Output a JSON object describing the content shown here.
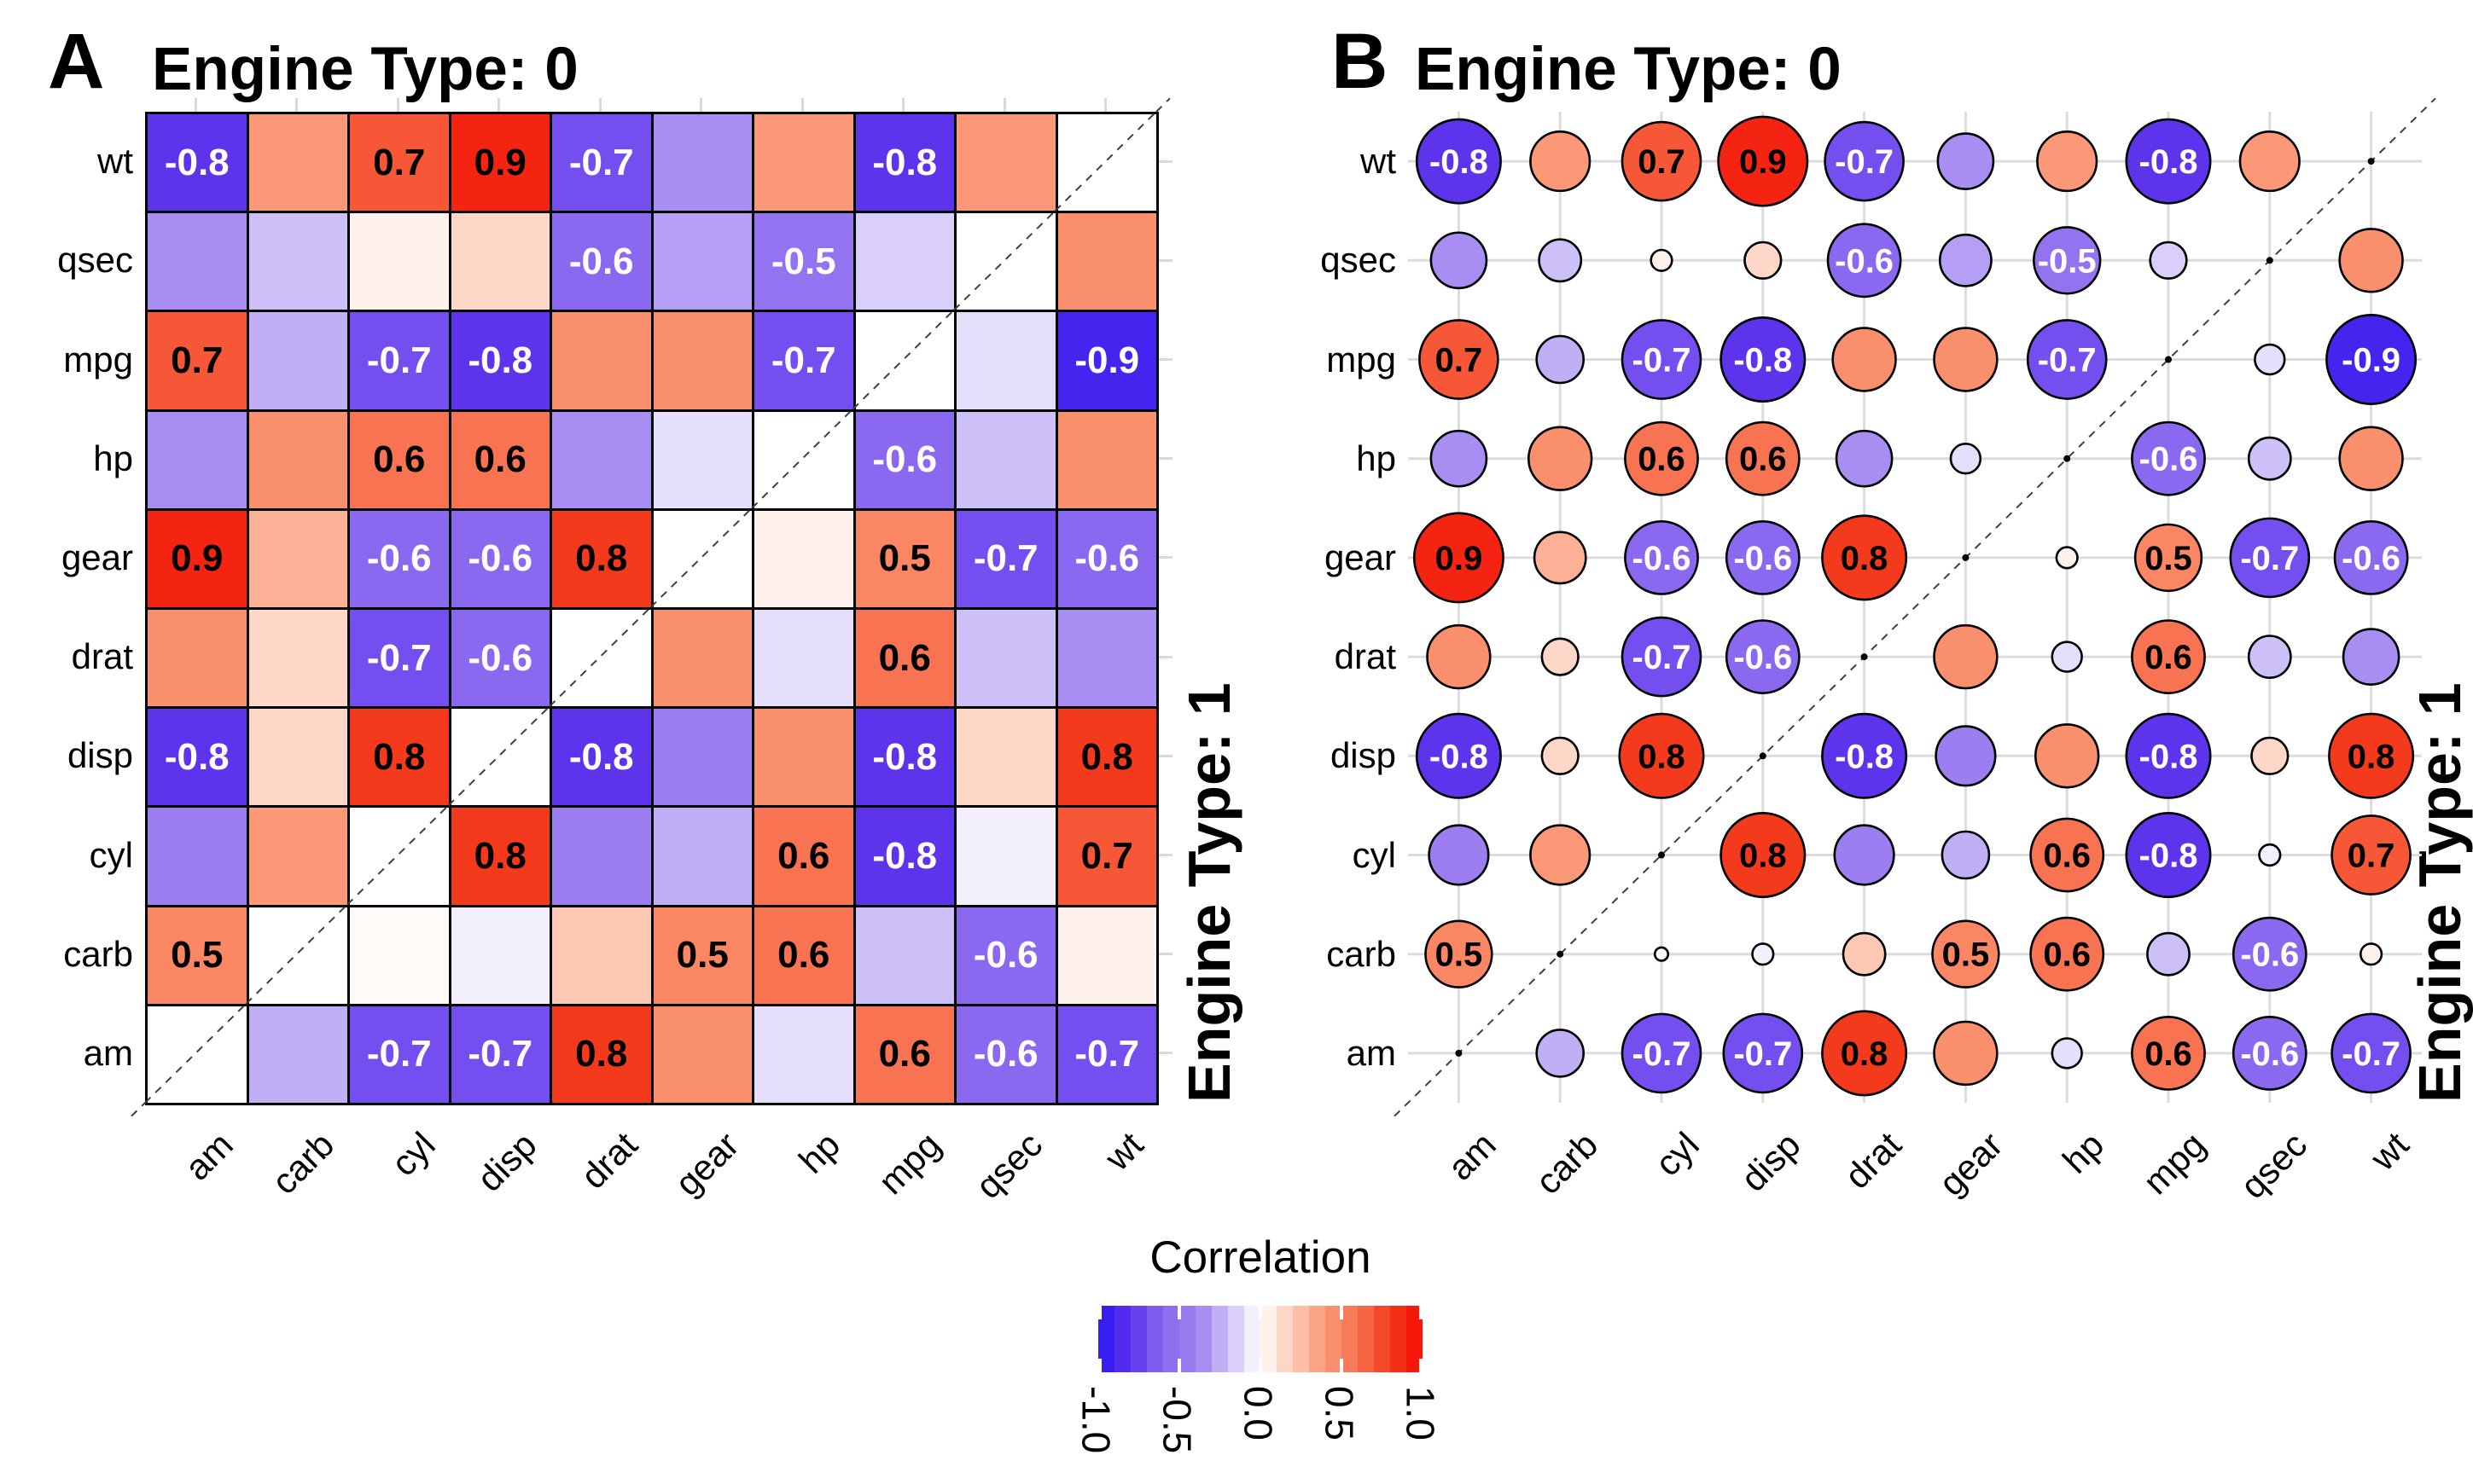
{
  "figure": {
    "panels": [
      {
        "letter": "A",
        "title": "Engine Type: 0",
        "right_label": "Engine Type: 1"
      },
      {
        "letter": "B",
        "title": "Engine Type: 0",
        "right_label": "Engine Type: 1"
      }
    ],
    "legend": {
      "title": "Correlation",
      "tick_labels": [
        "-1.0",
        "-0.5",
        "0.0",
        "0.5",
        "1.0"
      ]
    }
  },
  "chart_data": {
    "type": "heatmap",
    "description": "Pairwise correlation matrices of mtcars-style variables, split by engine type. Upper-left triangle = Engine Type 0, lower-right triangle = Engine Type 1. Panel A shows colored square tiles, panel B shows circles sized by |r|. Values with |r| >= 0.5 are printed.",
    "panels": [
      {
        "id": "A",
        "style": "colored-square-tiles",
        "title": "Engine Type: 0",
        "right_label": "Engine Type: 1"
      },
      {
        "id": "B",
        "style": "circles-sized-by-abs-r",
        "title": "Engine Type: 0",
        "right_label": "Engine Type: 1"
      }
    ],
    "columns": [
      "am",
      "carb",
      "cyl",
      "disp",
      "drat",
      "gear",
      "hp",
      "mpg",
      "qsec",
      "wt"
    ],
    "rows_top_to_bottom": [
      "wt",
      "qsec",
      "mpg",
      "hp",
      "gear",
      "drat",
      "disp",
      "cyl",
      "carb",
      "am"
    ],
    "triangle_groups": {
      "upper_left": "Engine Type: 0",
      "lower_right": "Engine Type: 1"
    },
    "value_label_threshold": 0.5,
    "legend": {
      "title": "Correlation",
      "ticks": [
        -1,
        -0.5,
        0,
        0.5,
        1
      ],
      "range": [
        -1,
        1
      ]
    },
    "color_scale_stops": [
      [
        -1.0,
        "#2B16F2"
      ],
      [
        -0.8,
        "#5D33EC"
      ],
      [
        -0.6,
        "#8A68F0"
      ],
      [
        -0.4,
        "#9C7EF0"
      ],
      [
        -0.2,
        "#CDBFF8"
      ],
      [
        0.0,
        "#FFFFFF"
      ],
      [
        0.2,
        "#FDC9B5"
      ],
      [
        0.4,
        "#FB9877"
      ],
      [
        0.6,
        "#F87351"
      ],
      [
        0.8,
        "#F43A1D"
      ],
      [
        1.0,
        "#F50B04"
      ]
    ],
    "matrix": [
      [
        -0.8,
        0.4,
        0.7,
        0.9,
        -0.7,
        -0.35,
        0.4,
        -0.8,
        0.4,
        null
      ],
      [
        -0.35,
        -0.2,
        0.05,
        0.15,
        -0.6,
        -0.3,
        -0.5,
        -0.15,
        null,
        0.45
      ],
      [
        0.7,
        -0.25,
        -0.7,
        -0.8,
        0.45,
        0.45,
        -0.7,
        null,
        -0.1,
        -0.9
      ],
      [
        -0.35,
        0.45,
        0.6,
        0.6,
        -0.35,
        -0.1,
        null,
        -0.6,
        -0.2,
        0.45
      ],
      [
        0.9,
        0.3,
        -0.6,
        -0.6,
        0.8,
        null,
        0.05,
        0.5,
        -0.7,
        -0.6
      ],
      [
        0.45,
        0.15,
        -0.7,
        -0.6,
        null,
        0.45,
        -0.1,
        0.6,
        -0.2,
        -0.35
      ],
      [
        -0.8,
        0.15,
        0.8,
        null,
        -0.8,
        -0.4,
        0.45,
        -0.8,
        0.15,
        0.8
      ],
      [
        -0.4,
        0.4,
        null,
        0.8,
        -0.4,
        -0.25,
        0.6,
        -0.8,
        -0.05,
        0.7
      ],
      [
        0.5,
        null,
        0.02,
        -0.05,
        0.2,
        0.5,
        0.6,
        -0.2,
        -0.6,
        0.05
      ],
      [
        null,
        -0.25,
        -0.7,
        -0.7,
        0.8,
        0.45,
        -0.1,
        0.6,
        -0.6,
        -0.7
      ]
    ]
  }
}
